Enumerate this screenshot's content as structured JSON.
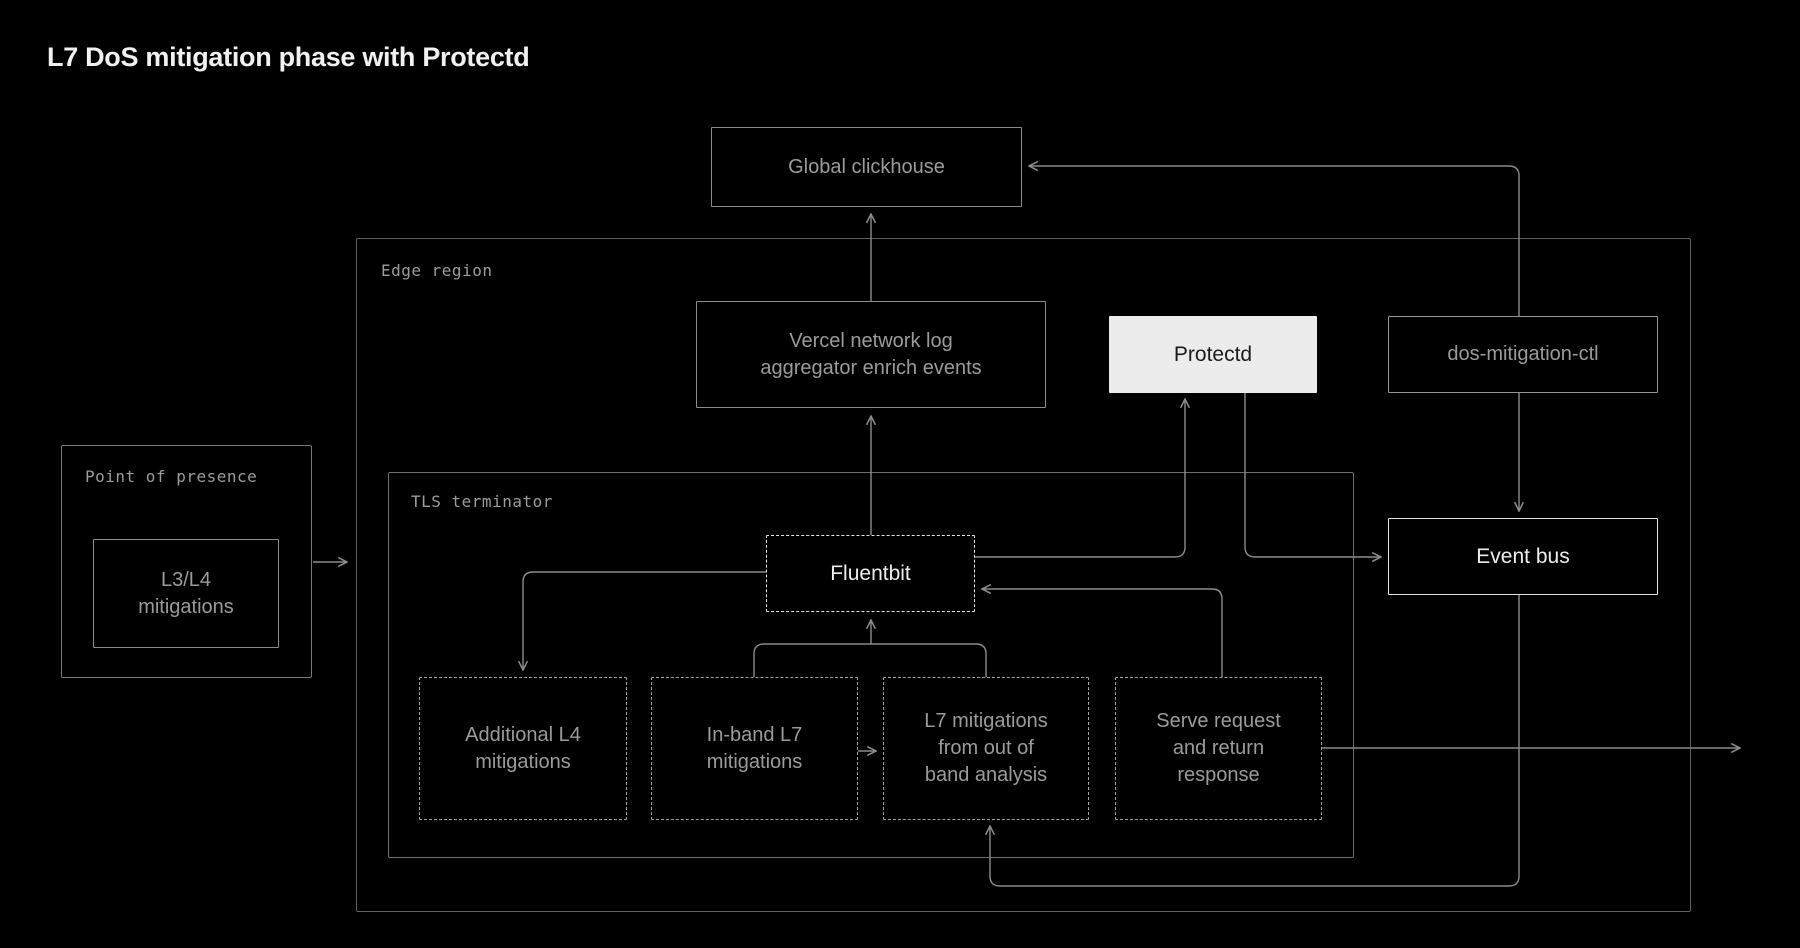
{
  "title": "L7 DoS mitigation phase with Protectd",
  "colors": {
    "background": "#000000",
    "line": "#8c8c8c",
    "node_border": "#8c8c8c",
    "node_text": "#9b9b9b",
    "bright_border": "#e4e4e4",
    "bright_text": "#ededed",
    "container_border": "#5e5e5e",
    "container_label": "#9c9c9c",
    "protectd_bg": "#ececec",
    "protectd_text": "#1b1b1b",
    "title_text": "#f1f1f1"
  },
  "containers": {
    "edge_region": {
      "label": "Edge region"
    },
    "point_of_presence": {
      "label": "Point of presence"
    },
    "tls_terminator": {
      "label": "TLS terminator"
    }
  },
  "nodes": {
    "global_clickhouse": {
      "label": "Global clickhouse"
    },
    "vercel_aggregator": {
      "label": "Vercel network log aggregator enrich events"
    },
    "protectd": {
      "label": "Protectd"
    },
    "dos_mitigation_ctl": {
      "label": "dos-mitigation-ctl"
    },
    "l3_l4_mitigations": {
      "label": "L3/L4 mitigations"
    },
    "fluentbit": {
      "label": "Fluentbit"
    },
    "event_bus": {
      "label": "Event bus"
    },
    "additional_l4": {
      "label": "Additional L4 mitigations"
    },
    "in_band_l7": {
      "label": "In-band L7 mitigations"
    },
    "l7_out_of_band": {
      "label": "L7 mitigations from out of band analysis"
    },
    "serve_request": {
      "label": "Serve request and return response"
    }
  },
  "edges": [
    {
      "from": "point_of_presence",
      "to": "edge_region"
    },
    {
      "from": "fluentbit",
      "to": "vercel_aggregator"
    },
    {
      "from": "vercel_aggregator",
      "to": "global_clickhouse"
    },
    {
      "from": "dos_mitigation_ctl",
      "to": "global_clickhouse"
    },
    {
      "from": "dos_mitigation_ctl",
      "to": "event_bus"
    },
    {
      "from": "fluentbit",
      "to": "protectd"
    },
    {
      "from": "protectd",
      "to": "event_bus"
    },
    {
      "from": "serve_request",
      "to": "fluentbit"
    },
    {
      "from": "fluentbit",
      "to": "additional_l4"
    },
    {
      "from": "in_band_l7",
      "to": "fluentbit"
    },
    {
      "from": "l7_out_of_band",
      "to": "fluentbit"
    },
    {
      "from": "in_band_l7",
      "to": "l7_out_of_band"
    },
    {
      "from": "event_bus",
      "to": "l7_out_of_band"
    },
    {
      "from": "serve_request",
      "to": "external_egress"
    }
  ]
}
